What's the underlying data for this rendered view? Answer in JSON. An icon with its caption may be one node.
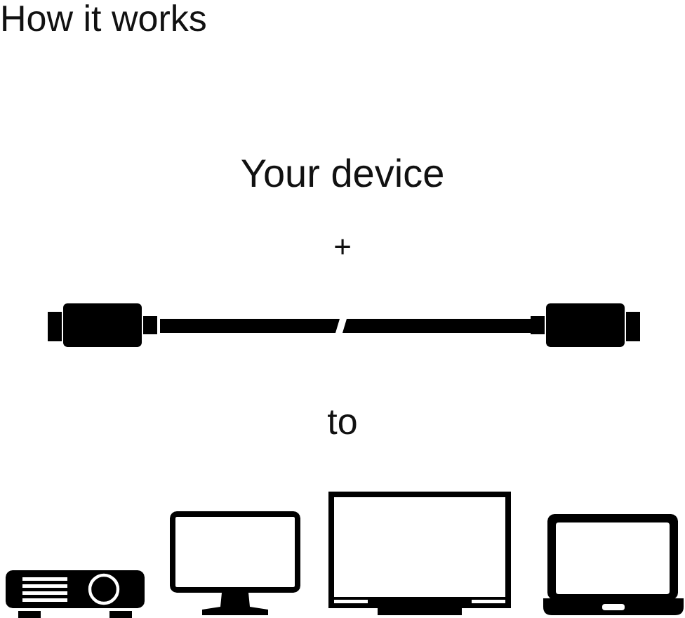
{
  "diagram": {
    "title": "How it works",
    "labels": [
      "Your device",
      "+",
      "to"
    ]
  }
}
